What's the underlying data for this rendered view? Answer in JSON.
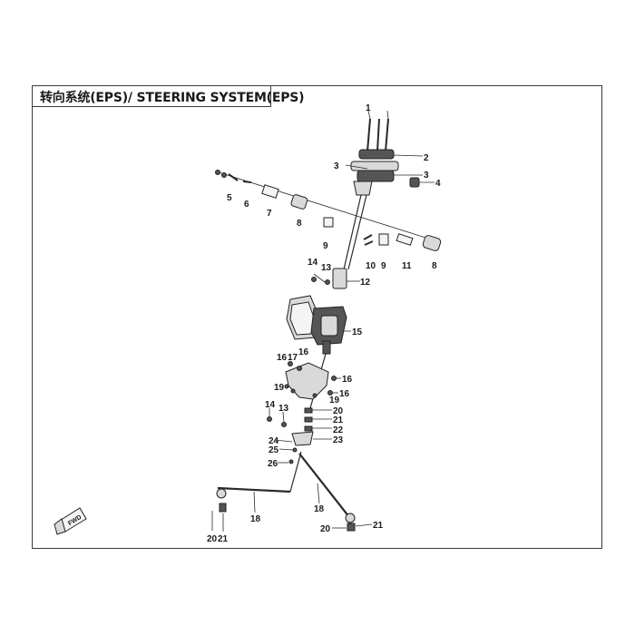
{
  "title": "转向系统(EPS)/ STEERING SYSTEM(EPS)",
  "fwd_badge": "FWD",
  "callouts": [
    "1",
    "2",
    "3",
    "3",
    "4",
    "5",
    "6",
    "7",
    "8",
    "9",
    "9",
    "10",
    "11",
    "8",
    "12",
    "13",
    "14",
    "15",
    "16",
    "17",
    "16",
    "16",
    "19",
    "16",
    "19",
    "20",
    "21",
    "22",
    "23",
    "14",
    "13",
    "24",
    "25",
    "26",
    "18",
    "18",
    "20",
    "21",
    "20",
    "21"
  ]
}
